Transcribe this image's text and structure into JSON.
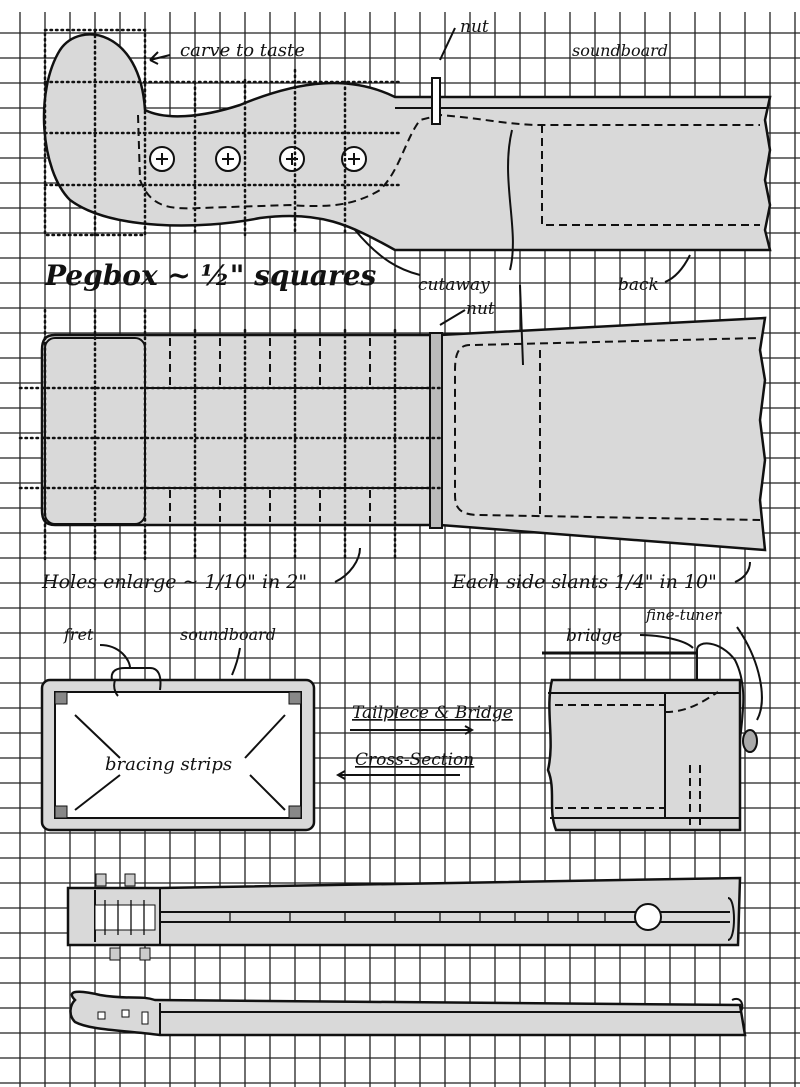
{
  "title": "Pegbox ~ ½\" squares",
  "labels": {
    "carve": "carve to taste",
    "nut_top": "nut",
    "soundboard_top": "soundboard",
    "cutaway": "cutaway",
    "back": "back",
    "nut_mid": "nut",
    "holes": "Holes enlarge ~ 1/10\" in 2\"",
    "slants": "Each side slants 1/4\" in 10\"",
    "fret": "fret",
    "soundboard_cs": "soundboard",
    "bracing": "bracing strips",
    "tailpiece": "Tailpiece & Bridge",
    "cross_section": "Cross-Section",
    "bridge": "bridge",
    "fine_tuner": "fine-tuner"
  },
  "colors": {
    "fill": "#d9d9d9",
    "ink": "#111111",
    "grid": "#222222"
  }
}
